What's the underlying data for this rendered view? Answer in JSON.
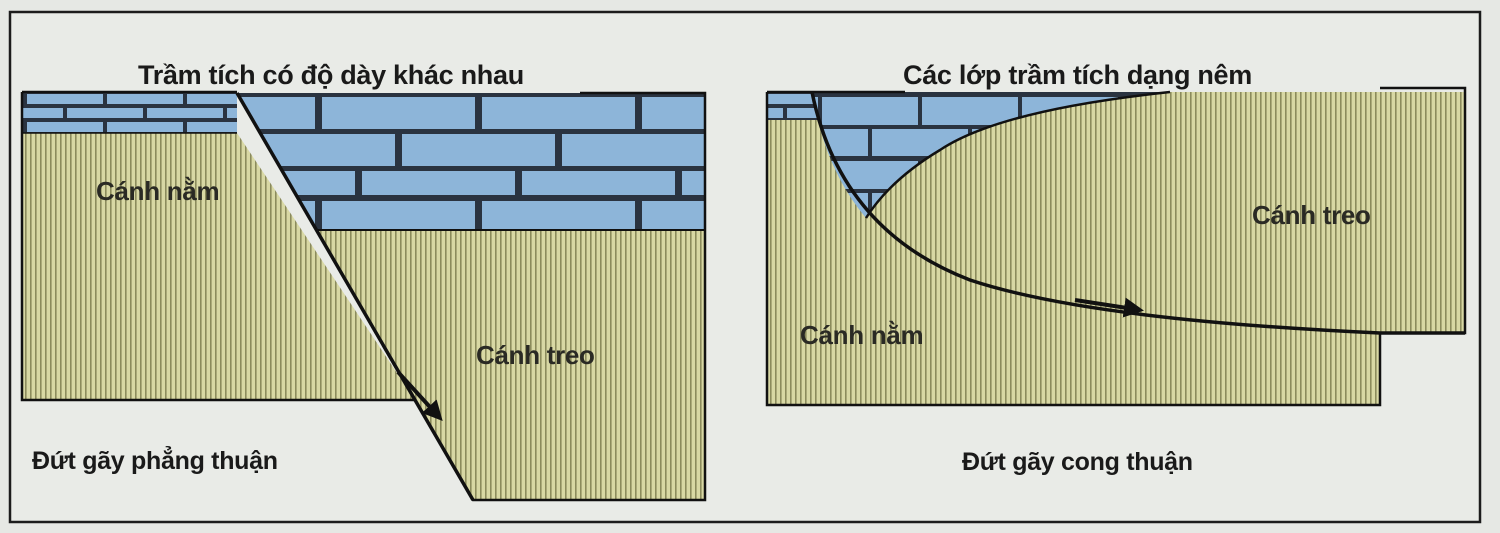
{
  "colors": {
    "background": "#e6e8e4",
    "frame": "#1c1c1c",
    "rock_block": "#d8d8a4",
    "rock_stripe": "#8b8b5c",
    "layer_block": "#8db5d9",
    "layer_mortar": "#2a3340",
    "fault_line": "#111111"
  },
  "icons": [
    "slip-arrow-icon",
    "slip-arrow-icon"
  ],
  "left": {
    "title": "Trầm tích có độ dày khác nhau",
    "footwall_label": "Cánh nằm",
    "hangingwall_label": "Cánh treo",
    "caption": "Đứt gãy phẳng thuận"
  },
  "right": {
    "title": "Các lớp trầm tích dạng nêm",
    "footwall_label": "Cánh nằm",
    "hangingwall_label": "Cánh treo",
    "caption": "Đứt gãy cong thuận"
  }
}
